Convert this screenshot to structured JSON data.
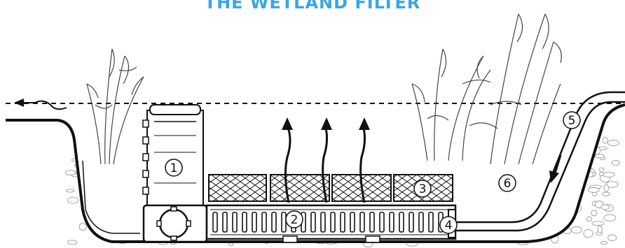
{
  "title": "THE WETLAND FILTER",
  "colors": {
    "title": "#3aa6e3",
    "line": "#111111",
    "gravel": "#9a9a9a",
    "background": "#ffffff"
  },
  "callouts": [
    {
      "id": 1,
      "label": "1"
    },
    {
      "id": 2,
      "label": "2"
    },
    {
      "id": 3,
      "label": "3"
    },
    {
      "id": 4,
      "label": "4"
    },
    {
      "id": 5,
      "label": "5"
    },
    {
      "id": 6,
      "label": "6"
    }
  ]
}
